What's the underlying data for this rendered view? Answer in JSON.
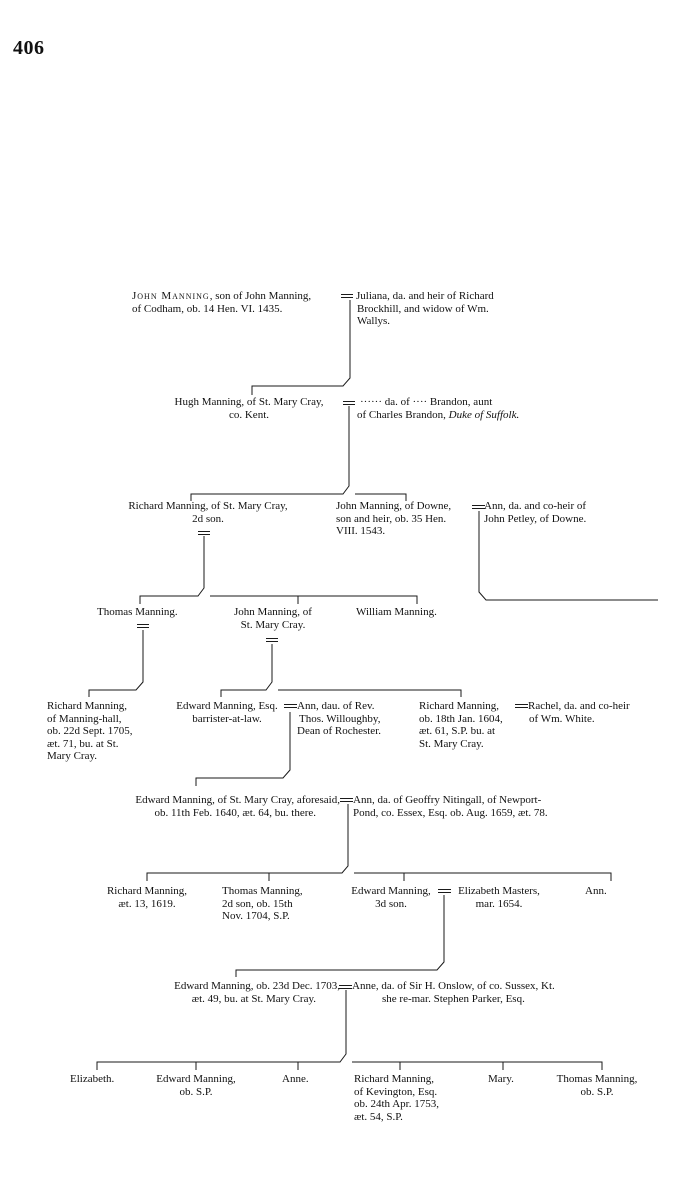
{
  "page_number": "406",
  "generations": [
    {
      "people": [
        {
          "id": "john_manning_1435",
          "name": "John Manning",
          "detail": ", son of John Manning,",
          "line2": "of Codham, ob. 14 Hen. VI. 1435."
        },
        {
          "id": "juliana",
          "line1": "Juliana, da. and heir of Richard",
          "line2": "Brockhill, and widow of Wm.",
          "line3": "Wallys."
        }
      ]
    },
    {
      "people": [
        {
          "id": "hugh",
          "line1": "Hugh Manning, of St. Mary Cray,",
          "line2": "co. Kent."
        },
        {
          "id": "brandon_da",
          "line1": "······ da. of ···· Brandon, aunt",
          "line2_prefix": "of Charles Brandon, ",
          "line2_italic": "Duke of Suffolk."
        }
      ]
    },
    {
      "people": [
        {
          "id": "richard_2d",
          "line1": "Richard Manning, of St. Mary Cray,",
          "line2": "2d son."
        },
        {
          "id": "john_downe",
          "line1": "John Manning, of Downe,",
          "line2": "son and heir, ob. 35 Hen.",
          "line3": "VIII. 1543."
        },
        {
          "id": "ann_petley",
          "line1": "Ann, da. and co-heir of",
          "line2": "John Petley, of Downe."
        }
      ]
    },
    {
      "people": [
        {
          "id": "thomas",
          "line1": "Thomas Manning."
        },
        {
          "id": "john_stmary",
          "line1": "John Manning, of",
          "line2": "St. Mary Cray."
        },
        {
          "id": "william",
          "line1": "William Manning."
        }
      ]
    },
    {
      "people": [
        {
          "id": "richard_hall",
          "line1": "Richard Manning,",
          "line2": "of Manning-hall,",
          "line3": "ob. 22d Sept. 1705,",
          "line4": "æt. 71, bu. at St.",
          "line5": "Mary Cray."
        },
        {
          "id": "edward_esq",
          "line1": "Edward Manning, Esq.",
          "line2": "barrister-at-law."
        },
        {
          "id": "ann_willoughby",
          "line1": "Ann, dau. of Rev.",
          "line2": "Thos. Willoughby,",
          "line3": "Dean of Rochester."
        },
        {
          "id": "richard_1604",
          "line1": "Richard Manning,",
          "line2": "ob. 18th Jan. 1604,",
          "line3": "æt. 61, S.P. bu. at",
          "line4": "St. Mary Cray."
        },
        {
          "id": "rachel",
          "line1": "Rachel, da. and co-heir",
          "line2": "of Wm. White."
        }
      ]
    },
    {
      "people": [
        {
          "id": "edward_1640",
          "line1": "Edward Manning, of St. Mary Cray, aforesaid,",
          "line2": "ob. 11th Feb. 1640, æt. 64, bu. there."
        },
        {
          "id": "ann_nitingall",
          "line1": "Ann, da. of Geoffry Nitingall, of Newport-",
          "line2": "Pond, co. Essex, Esq. ob. Aug. 1659, æt. 78."
        }
      ]
    },
    {
      "people": [
        {
          "id": "richard_1619",
          "line1": "Richard Manning,",
          "line2": "æt. 13, 1619."
        },
        {
          "id": "thomas_1704",
          "line1": "Thomas Manning,",
          "line2": "2d son, ob. 15th",
          "line3": "Nov. 1704, S.P."
        },
        {
          "id": "edward_3d",
          "line1": "Edward Manning,",
          "line2": "3d son."
        },
        {
          "id": "elizabeth_masters",
          "line1": "Elizabeth Masters,",
          "line2": "mar. 1654."
        },
        {
          "id": "ann_g7",
          "line1": "Ann."
        }
      ]
    },
    {
      "people": [
        {
          "id": "edward_1703",
          "line1": "Edward Manning, ob. 23d Dec. 1703,",
          "line2": "æt. 49, bu. at St. Mary Cray."
        },
        {
          "id": "anne_onslow",
          "line1": "Anne, da. of Sir H. Onslow, of co. Sussex, Kt.",
          "line2": "she re-mar. Stephen Parker, Esq."
        }
      ]
    },
    {
      "people": [
        {
          "id": "elizabeth",
          "line1": "Elizabeth."
        },
        {
          "id": "edward_sp",
          "line1": "Edward Manning,",
          "line2": "ob. S.P."
        },
        {
          "id": "anne_g9",
          "line1": "Anne."
        },
        {
          "id": "richard_kevington",
          "line1": "Richard Manning,",
          "line2": "of Kevington, Esq.",
          "line3": "ob. 24th Apr. 1753,",
          "line4": "æt. 54, S.P."
        },
        {
          "id": "mary",
          "line1": "Mary."
        },
        {
          "id": "thomas_sp",
          "line1": "Thomas Manning,",
          "line2": "ob. S.P."
        }
      ]
    }
  ]
}
